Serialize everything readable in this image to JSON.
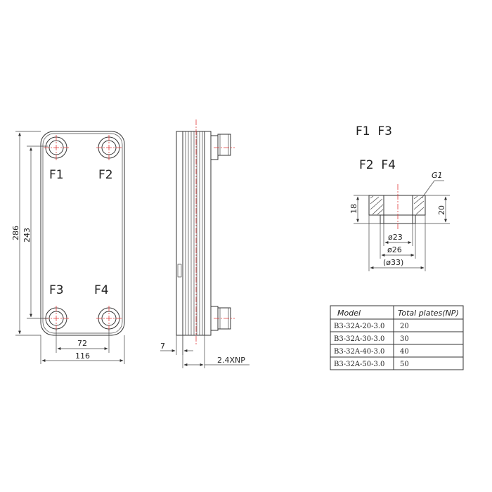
{
  "front_view": {
    "ports": [
      "F1",
      "F2",
      "F3",
      "F4"
    ],
    "dim_height_total": "286",
    "dim_height_ports": "243",
    "dim_width_ports": "72",
    "dim_width_total": "116"
  },
  "side_view": {
    "dim_offset": "7",
    "dim_stack": "2.4XNP"
  },
  "connection_detail": {
    "ports_row1": "F1  F3",
    "ports_row2": "F2  F4",
    "thread": "G1",
    "dim_height_inner": "18",
    "dim_height_outer": "20",
    "dia_inner": "ø23",
    "dia_mid": "ø26",
    "dia_outer": "(ø33)"
  },
  "spec_table": {
    "headers": [
      "Model",
      "Total plates(NP)"
    ],
    "rows": [
      [
        "B3-32A-20-3.0",
        "20"
      ],
      [
        "B3-32A-30-3.0",
        "30"
      ],
      [
        "B3-32A-40-3.0",
        "40"
      ],
      [
        "B3-32A-50-3.0",
        "50"
      ]
    ]
  }
}
